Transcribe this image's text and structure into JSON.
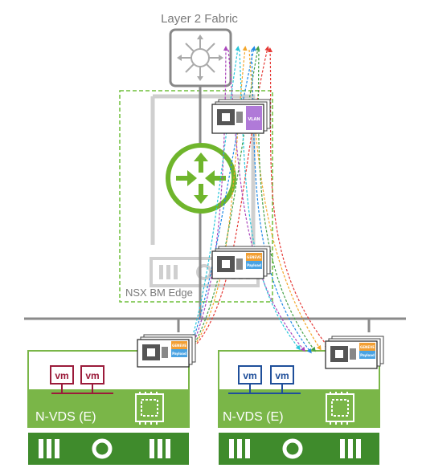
{
  "fabric": {
    "label": "Layer 2 Fabric"
  },
  "edge": {
    "label": "NSX BM Edge"
  },
  "nic_labels": {
    "vlan": "VLAN",
    "geneve": "GENEVE",
    "payload": "Payload"
  },
  "hosts": [
    {
      "vm_labels": [
        "vm",
        "vm"
      ],
      "nvds_label": "N-VDS (E)",
      "vm_color": "#9b1b3a"
    },
    {
      "vm_labels": [
        "vm",
        "vm"
      ],
      "nvds_label": "N-VDS (E)",
      "vm_color": "#1f4f9a"
    }
  ],
  "colors": {
    "edge_dash": "#6fbf3a",
    "router_green": "#6fb52c",
    "host_green": "#7ab648",
    "server_green": "#3f8b2c",
    "gray": "#b7b7b7",
    "dark_gray": "#8e8e8e",
    "bus_gray": "#8a8a8a",
    "vlan_purple": "#b07ad8",
    "geneve_orange": "#f29f33",
    "payload_blue": "#4aa3e3",
    "flows": [
      "#e53935",
      "#f4a62a",
      "#43a047",
      "#1e88e5",
      "#ab47bc",
      "#26c6da"
    ]
  }
}
